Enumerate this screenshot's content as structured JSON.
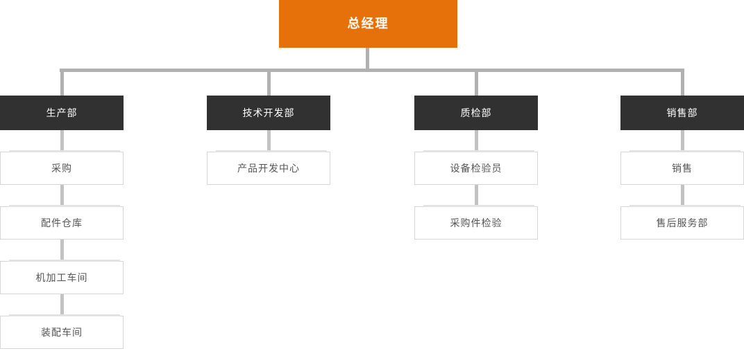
{
  "colors": {
    "page_bg": "#ffffff",
    "root_bg": "#e6710b",
    "dept_bg": "#313131",
    "light_text": "#ffffff",
    "node_border": "#d6d6d6",
    "node_text": "#555555",
    "node_top_strip": "#e2e2e2",
    "connector_line": "#b1b1b1",
    "connector_stub": "#c2c2c2"
  },
  "org_chart": {
    "root": {
      "label": "总经理"
    },
    "departments": [
      {
        "label": "生产部",
        "children": [
          {
            "label": "采购"
          },
          {
            "label": "配件仓库"
          },
          {
            "label": "机加工车间"
          },
          {
            "label": "装配车间"
          }
        ]
      },
      {
        "label": "技术开发部",
        "children": [
          {
            "label": "产品开发中心"
          }
        ]
      },
      {
        "label": "质检部",
        "children": [
          {
            "label": "设备检验员"
          },
          {
            "label": "采购件检验"
          }
        ]
      },
      {
        "label": "销售部",
        "children": [
          {
            "label": "销售"
          },
          {
            "label": "售后服务部"
          }
        ]
      }
    ]
  }
}
